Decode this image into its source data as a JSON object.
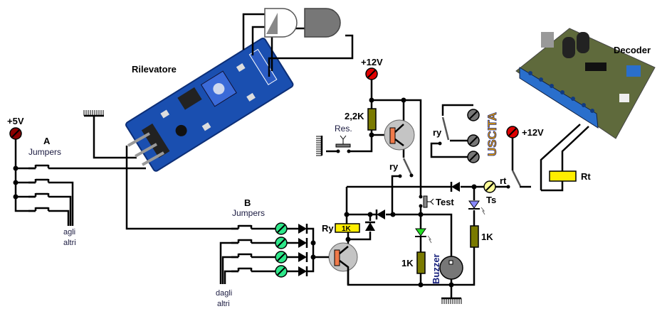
{
  "labels": {
    "plus5v": "+5V",
    "group_a": "A",
    "jumpers_a": "Jumpers",
    "agli": "agli",
    "altri_a": "altri",
    "rilevatore": "Rilevatore",
    "plus12v_top": "+12V",
    "r_2k2": "2,2K",
    "res": "Res.",
    "ry_contact": "ry",
    "ry_uscita": "ry",
    "uscita": "USCITA",
    "plus12v_right": "+12V",
    "rt": "rt",
    "ts": "Ts",
    "rt_relay": "Rt",
    "decoder": "Decoder",
    "group_b": "B",
    "jumpers_b": "Jumpers",
    "dagli": "dagli",
    "altri_b": "altri",
    "ry": "Ry",
    "ry_resistor": "1K",
    "test": "Test",
    "r_led_green": "1K",
    "r_led_blue": "1K",
    "buzzer": "Buzzer"
  },
  "colors": {
    "power_5v": "#8b0000",
    "power_12v": "#e00000",
    "terminal_b": "#2ee88a",
    "relay_coil": "#ffee00",
    "resistor": "#7a7a00",
    "transistor_body": "#c4c4c4",
    "transistor_base": "#f07a4a",
    "led_green": "#22dd22",
    "led_blue": "#8888ff",
    "ts_terminal": "#ffff99",
    "module_pcb": "#1a4fb0",
    "decoder_pcb": "#5f6a3c",
    "decoder_terminals": "#2a6fcc",
    "uscita_text": "#e8a000"
  }
}
